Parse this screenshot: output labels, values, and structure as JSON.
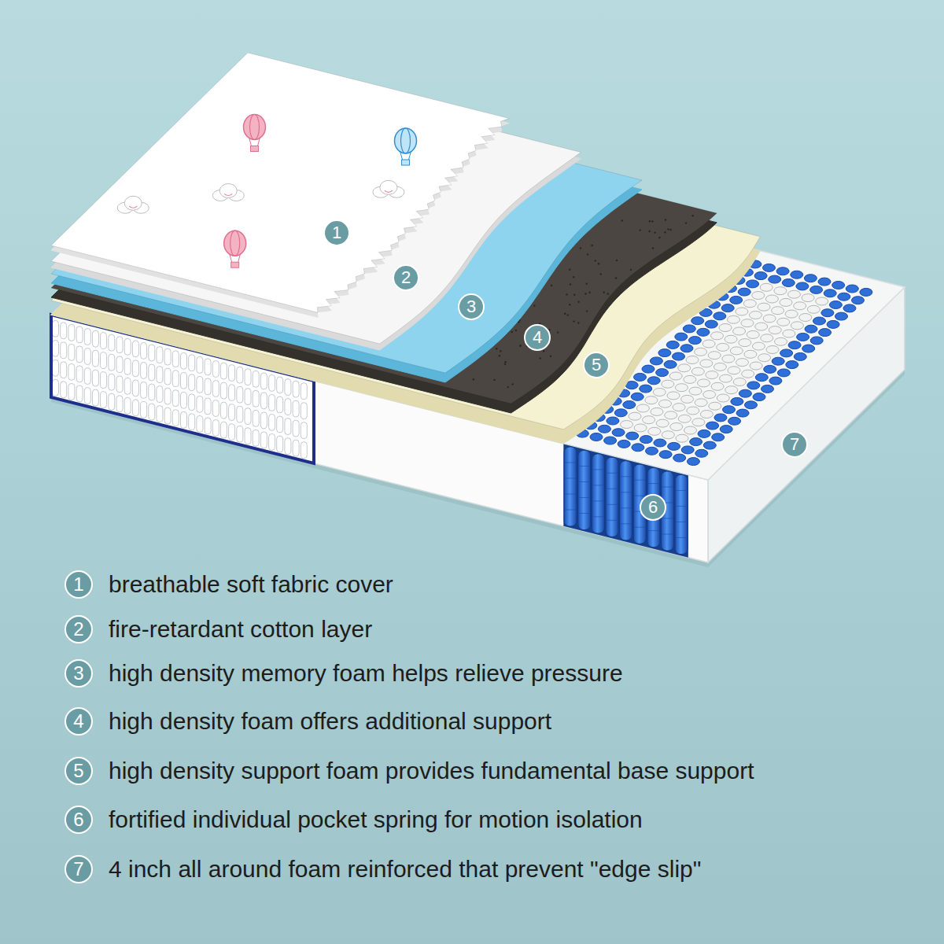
{
  "diagram": {
    "nodes": [
      {
        "text": [
          "1"
        ]
      },
      {
        "text": [
          "2"
        ]
      },
      {
        "text": [
          "3"
        ]
      },
      {
        "text": [
          "4"
        ]
      },
      {
        "text": [
          "5"
        ]
      },
      {
        "text": [
          "6"
        ]
      },
      {
        "text": [
          "7"
        ]
      },
      {
        "text": [
          "1"
        ]
      },
      {
        "text": [
          "2"
        ]
      },
      {
        "text": [
          "3"
        ]
      },
      {
        "text": [
          "4"
        ]
      },
      {
        "text": [
          "5"
        ]
      },
      {
        "text": [
          "6"
        ]
      },
      {
        "text": [
          "7"
        ]
      }
    ],
    "labels": [
      "breathable soft fabric cover",
      "fire-retardant cotton layer",
      "high density memory foam helps relieve pressure",
      "high density foam offers additional support",
      "high density support foam provides fundamental base support",
      "fortified individual pocket spring for motion isolation",
      "4 inch all around foam reinforced that prevent \"edge slip\""
    ]
  }
}
